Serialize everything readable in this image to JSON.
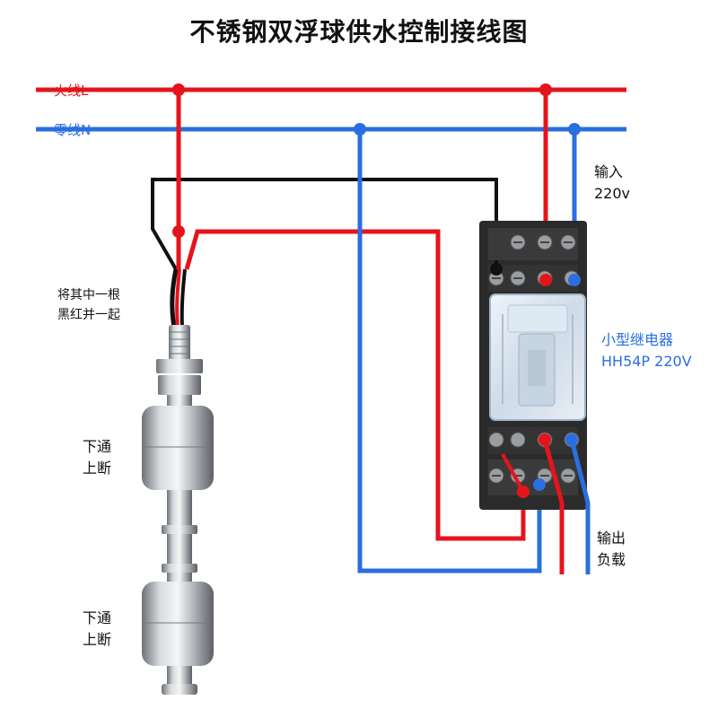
{
  "title": "不锈钢双浮球供水控制接线图",
  "labels": {
    "live_line": "火线L",
    "neutral_line": "零线N",
    "input_1": "输入",
    "input_2": "220v",
    "merge_1": "将其中一根",
    "merge_2": "黑红并一起",
    "relay_1": "小型继电器",
    "relay_2": "HH54P 220V",
    "float1_1": "下通",
    "float1_2": "上断",
    "float2_1": "下通",
    "float2_2": "上断",
    "output_1": "输出",
    "output_2": "负载"
  },
  "colors": {
    "live": "#e5141c",
    "neutral": "#2a6fe0",
    "black_wire": "#111111",
    "relay_base": "#2b2b2b",
    "stainless": "#b8bcc0"
  }
}
